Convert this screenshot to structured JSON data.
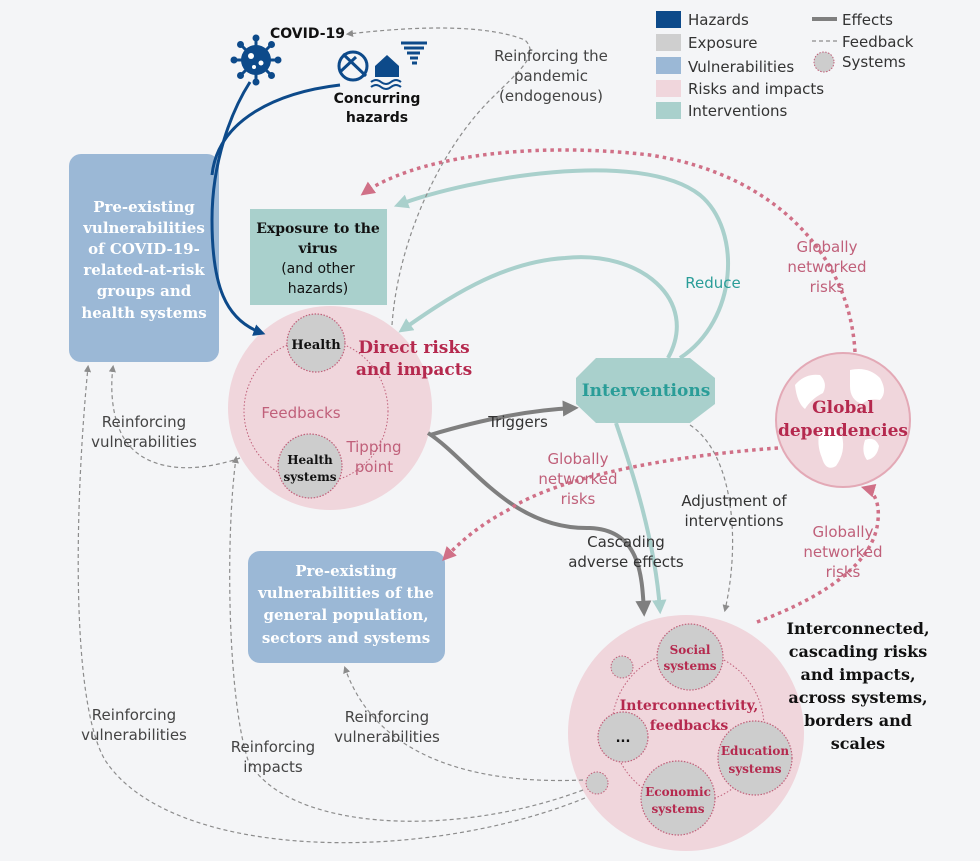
{
  "legend": {
    "hazards": "Hazards",
    "exposure": "Exposure",
    "vulnerabilities": "Vulnerabilities",
    "risks": "Risks and impacts",
    "interventions": "Interventions",
    "effects": "Effects",
    "feedback": "Feedback",
    "systems": "Systems"
  },
  "colors": {
    "hazard": "#0d4a8a",
    "exposure": "#cfcfcf",
    "vulnerability": "#9bb8d6",
    "risk": "#f0d6dc",
    "intervention": "#a9d0cc",
    "effect": "#7f7f7f",
    "crimson": "#b5294e",
    "teal_text": "#2a9d98"
  },
  "hazards": {
    "covid": "COVID-19",
    "concurring_1": "Concurring",
    "concurring_2": "hazards"
  },
  "pre_vuln_atrisk": [
    "Pre-existing",
    "vulnerabilities",
    "of COVID-19-",
    "related-at-risk",
    "groups and",
    "health systems"
  ],
  "exposure_box": {
    "l1": "Exposure to the",
    "l2": "virus",
    "l3": "(and other",
    "l4": "hazards)"
  },
  "direct_risks": {
    "title_1": "Direct risks",
    "title_2": "and impacts",
    "health": "Health",
    "health_sys_1": "Health",
    "health_sys_2": "systems",
    "feedbacks": "Feedbacks",
    "tipping_1": "Tipping",
    "tipping_2": "point"
  },
  "interventions": "Interventions",
  "global_dependencies": {
    "l1": "Global",
    "l2": "dependencies"
  },
  "pre_vuln_general": [
    "Pre-existing",
    "vulnerabilities of the",
    "general population,",
    "sectors and systems"
  ],
  "interconnected_label": [
    "Interconnected,",
    "cascading risks",
    "and impacts,",
    "across systems,",
    "borders and",
    "scales"
  ],
  "system_circles": {
    "social_1": "Social",
    "social_2": "systems",
    "education_1": "Education",
    "education_2": "systems",
    "economic_1": "Economic",
    "economic_2": "systems",
    "ellipsis": "...",
    "interconn_1": "Interconnectivity,",
    "interconn_2": "feedbacks"
  },
  "arrow_labels": {
    "reinforcing_pandemic_1": "Reinforcing the",
    "reinforcing_pandemic_2": "pandemic",
    "reinforcing_pandemic_3": "(endogenous)",
    "reduce": "Reduce",
    "triggers": "Triggers",
    "globally_top_1": "Globally",
    "globally_top_2": "networked",
    "globally_top_3": "risks",
    "globally_mid_1": "Globally",
    "globally_mid_2": "networked",
    "globally_mid_3": "risks",
    "globally_right_1": "Globally",
    "globally_right_2": "networked",
    "globally_right_3": "risks",
    "adjustment_1": "Adjustment of",
    "adjustment_2": "interventions",
    "cascading_1": "Cascading",
    "cascading_2": "adverse effects",
    "reinf_vuln_a_1": "Reinforcing",
    "reinf_vuln_a_2": "vulnerabilities",
    "reinf_vuln_b_1": "Reinforcing",
    "reinf_vuln_b_2": "vulnerabilities",
    "reinf_vuln_c_1": "Reinforcing",
    "reinf_vuln_c_2": "vulnerabilities",
    "reinf_impacts_1": "Reinforcing",
    "reinf_impacts_2": "impacts"
  }
}
